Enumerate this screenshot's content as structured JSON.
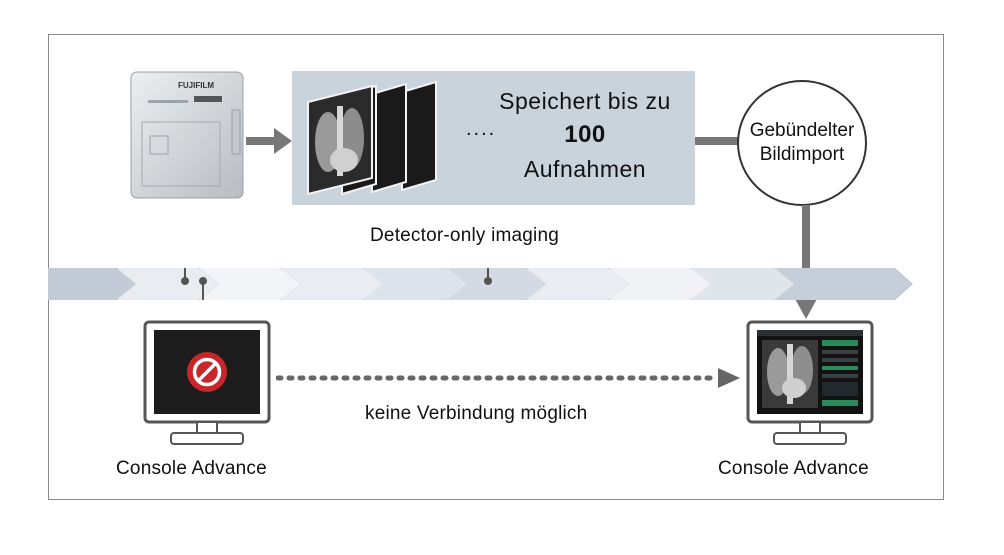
{
  "storage": {
    "line1": "Speichert bis zu",
    "count": "100",
    "line3": "Aufnahmen",
    "dots": "...."
  },
  "bundle": {
    "line1": "Gebündelter",
    "line2": "Bildimport"
  },
  "timeline": {
    "label": "Detector-only imaging"
  },
  "connection": {
    "label": "keine Verbindung möglich"
  },
  "left_console": {
    "label": "Console Advance",
    "status_icon": "prohibited-icon"
  },
  "right_console": {
    "label": "Console Advance"
  },
  "detector": {
    "brand": "FUJIFILM"
  },
  "colors": {
    "timeline_light": "#e4e9ef",
    "timeline_dark": "#b9c3cf",
    "storage_bg": "#c9d3dc",
    "connector": "#777777",
    "prohibit_red": "#c8262b"
  }
}
